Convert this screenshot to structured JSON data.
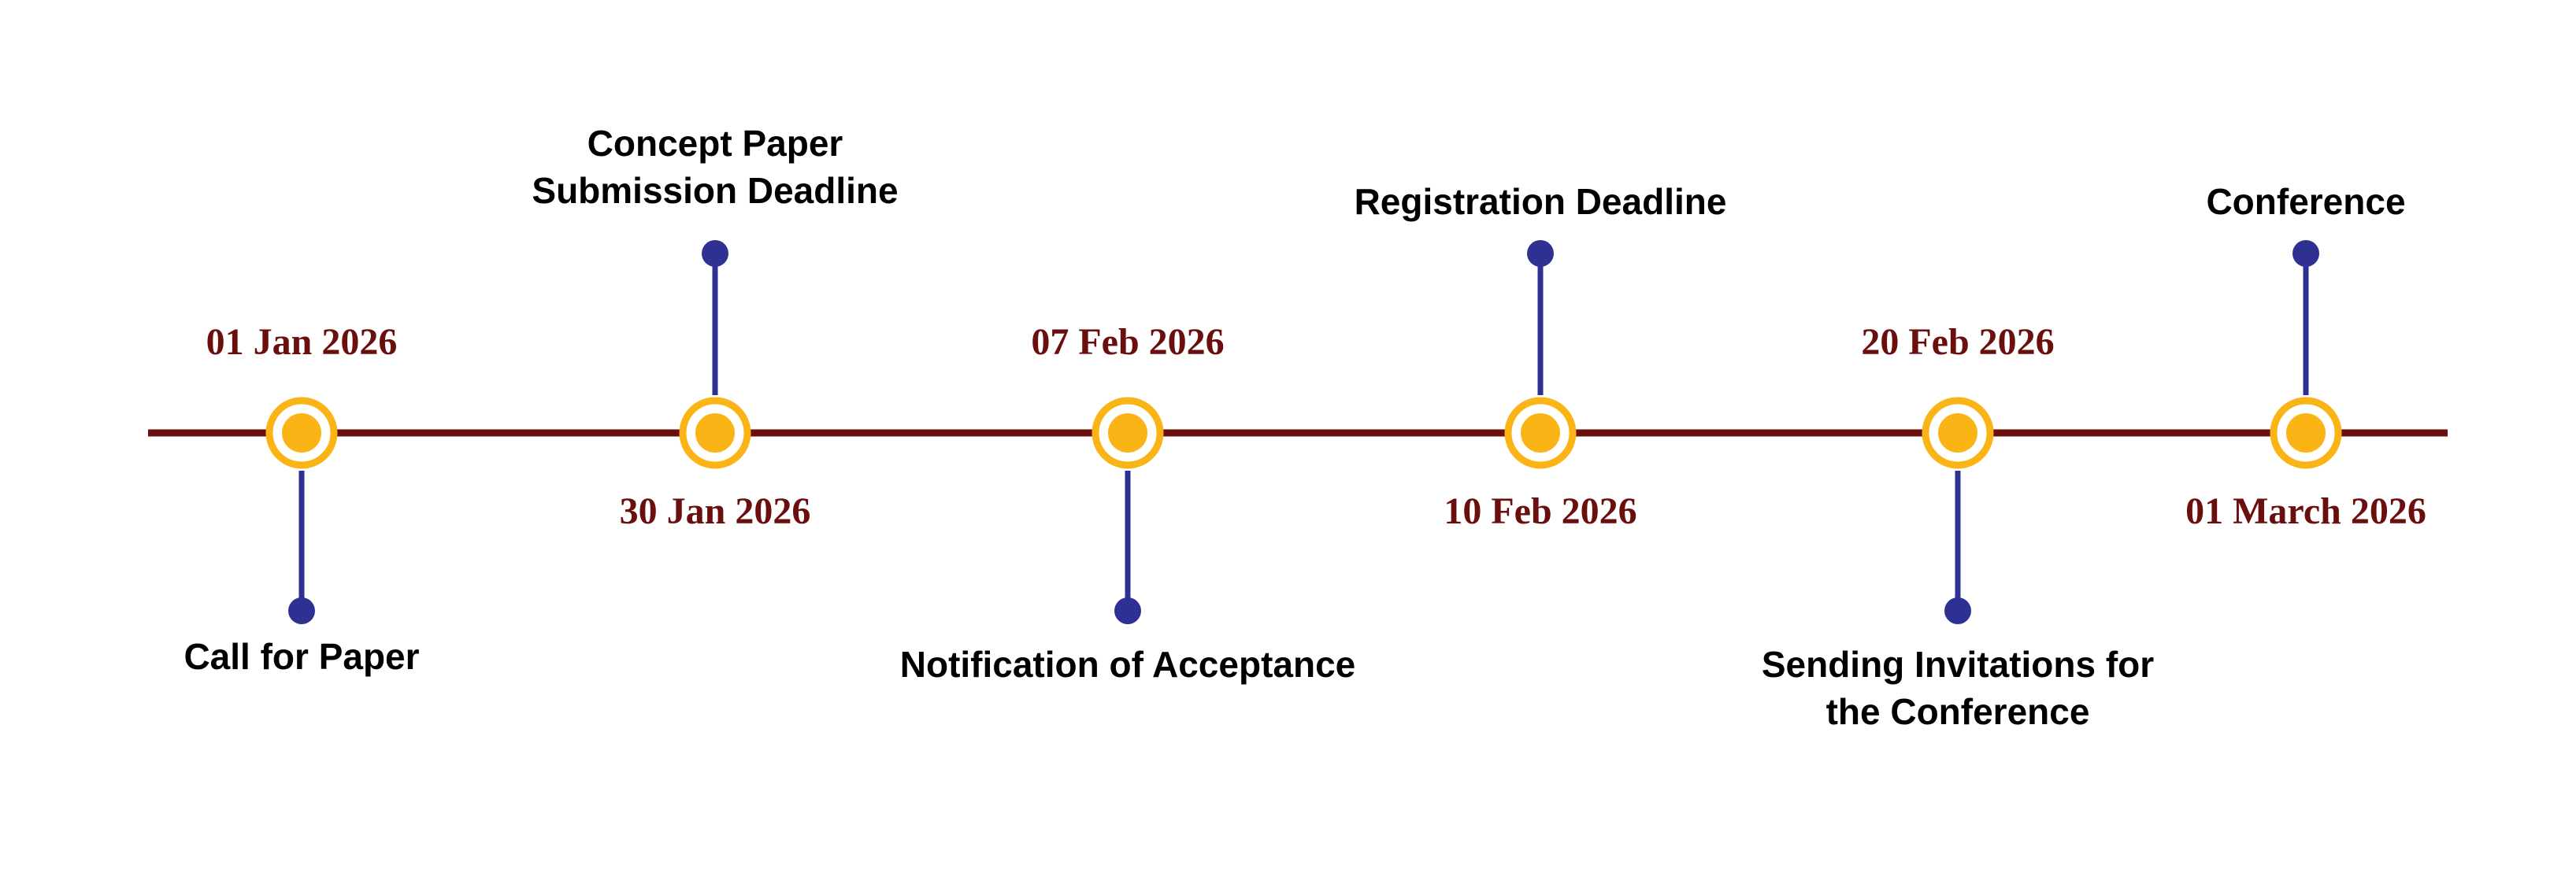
{
  "colors": {
    "axis_line": "#6b0e0e",
    "date_text": "#6b0e0e",
    "connector": "#2e3192",
    "node_ring": "#fbb416",
    "node_center": "#fbb416",
    "node_fill": "#ffffff",
    "title_text": "#000000"
  },
  "events": [
    {
      "title_lines": [
        "Call for Paper"
      ],
      "date": "01 Jan 2026",
      "connector_side": "below"
    },
    {
      "title_lines": [
        "Concept Paper",
        "Submission Deadline"
      ],
      "date": "30 Jan 2026",
      "connector_side": "above"
    },
    {
      "title_lines": [
        "Notification of Acceptance"
      ],
      "date": "07 Feb 2026",
      "connector_side": "below"
    },
    {
      "title_lines": [
        "Registration Deadline"
      ],
      "date": "10 Feb 2026",
      "connector_side": "above"
    },
    {
      "title_lines": [
        "Sending Invitations for",
        "the Conference"
      ],
      "date": "20 Feb 2026",
      "connector_side": "below"
    },
    {
      "title_lines": [
        "Conference"
      ],
      "date": "01 March 2026",
      "connector_side": "above"
    }
  ]
}
